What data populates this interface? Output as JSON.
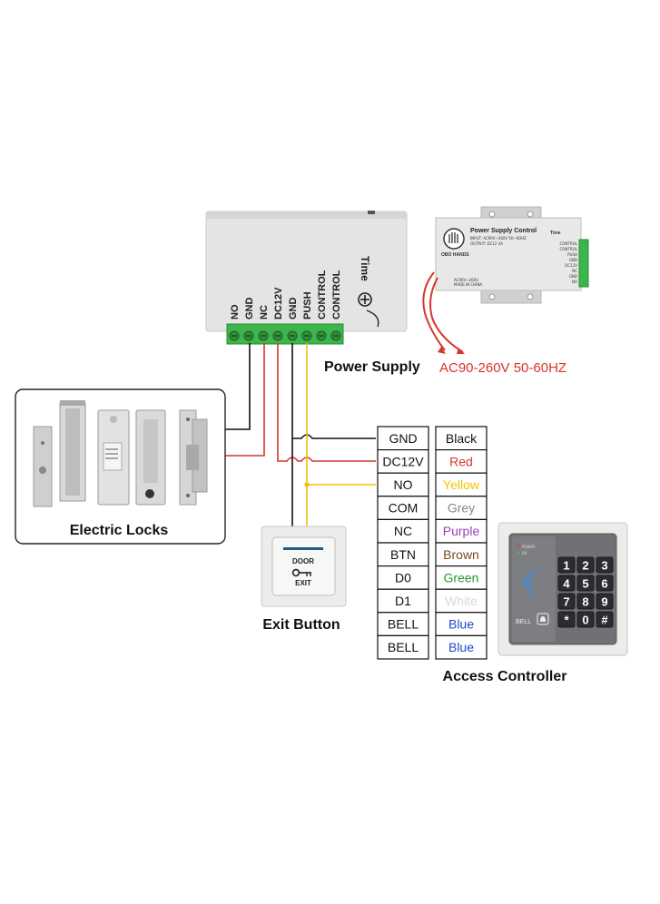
{
  "main_supply": {
    "brand": "Time",
    "terminals": [
      "NO",
      "GND",
      "NC",
      "DC12V",
      "GND",
      "PUSH",
      "CONTROL",
      "CONTROL"
    ]
  },
  "small_supply": {
    "title": "Power Supply Control",
    "spec_input": "INPUT: AC90V~260V 50~60HZ",
    "spec_output": "OUTPUT: DC12 3A",
    "maker": "OBO HANDS",
    "brand": "Time",
    "footer1": "AC90V~260V",
    "footer2": "MADE IN CHINA",
    "terminals": [
      "CONTROL",
      "CONTROL",
      "PUSH",
      "GND",
      "DC12V",
      "NC",
      "GND",
      "NO"
    ]
  },
  "labels": {
    "power_supply": "Power Supply",
    "ac_input": "AC90-260V 50-60HZ",
    "electric_locks": "Electric Locks",
    "exit_button": "Exit Button",
    "access_controller": "Access Controller"
  },
  "exit_button": {
    "line1": "DOOR",
    "line2": "EXIT"
  },
  "wire_table": [
    {
      "signal": "GND",
      "color": "Black"
    },
    {
      "signal": "DC12V",
      "color": "Red"
    },
    {
      "signal": "NO",
      "color": "Yellow"
    },
    {
      "signal": "COM",
      "color": "Grey"
    },
    {
      "signal": "NC",
      "color": "Purple"
    },
    {
      "signal": "BTN",
      "color": "Brown"
    },
    {
      "signal": "D0",
      "color": "Green"
    },
    {
      "signal": "D1",
      "color": "White"
    },
    {
      "signal": "BELL",
      "color": "Blue"
    },
    {
      "signal": "BELL",
      "color": "Blue"
    }
  ],
  "colors": {
    "black": "#111111",
    "red": "#d9342b",
    "yellow": "#f2c200",
    "grey": "#888888",
    "purple": "#9a3fb5",
    "brown": "#7a4a1e",
    "green": "#1f9a2a",
    "white_text": "#d8d8d8",
    "blue": "#1f48c9",
    "terminal_green": "#3cb54a"
  },
  "keypad": {
    "keys": [
      "1",
      "2",
      "3",
      "4",
      "5",
      "6",
      "7",
      "8",
      "9",
      "*",
      "0",
      "#"
    ],
    "bell_label": "BELL",
    "status1": "POWER",
    "status2": "OK"
  }
}
